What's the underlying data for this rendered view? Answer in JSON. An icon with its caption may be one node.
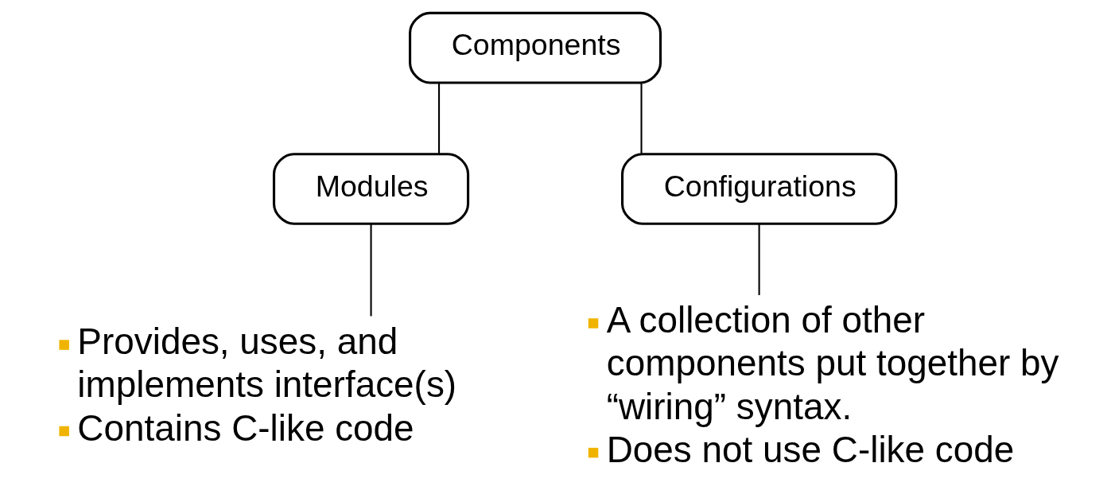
{
  "diagram": {
    "nodes": [
      {
        "text": [
          "Components"
        ]
      },
      {
        "text": [
          "Modules"
        ]
      },
      {
        "text": [
          "Configurations"
        ]
      },
      {
        "text": [
          "Provides, uses, and implements interface(s)",
          "Contains C-like code"
        ]
      },
      {
        "text": [
          "A collection of other components put together by “wiring” syntax.",
          "Does not use C-like code"
        ]
      }
    ],
    "edges": [
      {
        "from": 0,
        "to": 1,
        "arrow": "none"
      },
      {
        "from": 0,
        "to": 2,
        "arrow": "none"
      },
      {
        "from": 1,
        "to": 3,
        "arrow": "none"
      },
      {
        "from": 2,
        "to": 4,
        "arrow": "none"
      }
    ]
  }
}
